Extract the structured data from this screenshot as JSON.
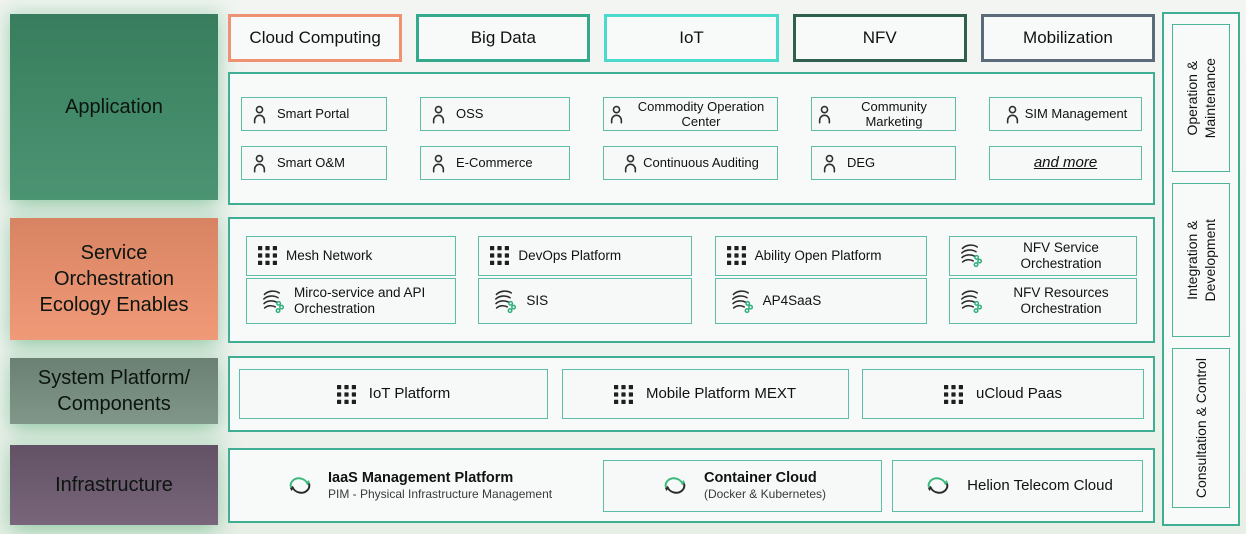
{
  "palette": {
    "container_border": "#3fae92",
    "item_border": "#5dbda6",
    "panel_bg": "#f8faf9",
    "green_accent": "#2fae7a"
  },
  "top_tabs": [
    {
      "label": "Cloud Computing",
      "border": "#ef9273"
    },
    {
      "label": "Big Data",
      "border": "#35a98c"
    },
    {
      "label": "IoT",
      "border": "#4cd9ce"
    },
    {
      "label": "NFV",
      "border": "#2e5f4f"
    },
    {
      "label": "Mobilization",
      "border": "#5c6b79"
    }
  ],
  "sections": {
    "application": {
      "label": "Application",
      "color": "#3e8c68",
      "rows": [
        [
          {
            "label": "Smart Portal",
            "icon": "person-icon"
          },
          {
            "label": "OSS",
            "icon": "person-icon"
          },
          {
            "label": "Commodity Operation Center",
            "icon": "person-icon"
          },
          {
            "label": "Community Marketing",
            "icon": "person-icon"
          },
          {
            "label": "SIM Management",
            "icon": "person-icon"
          }
        ],
        [
          {
            "label": "Smart O&M",
            "icon": "person-icon"
          },
          {
            "label": "E-Commerce",
            "icon": "person-icon"
          },
          {
            "label": "Continuous Auditing",
            "icon": "person-icon"
          },
          {
            "label": "DEG",
            "icon": "person-icon"
          },
          {
            "label": "and more",
            "icon": "none"
          }
        ]
      ]
    },
    "service": {
      "label": "Service Orchestration Ecology Enables",
      "color": "#f0926e",
      "rows": [
        [
          {
            "label": "Mesh Network",
            "icon": "grid-icon"
          },
          {
            "label": "DevOps Platform",
            "icon": "grid-icon"
          },
          {
            "label": "Ability Open Platform",
            "icon": "grid-icon"
          },
          {
            "label": "NFV Service Orchestration",
            "icon": "orchestration-swirl-icon"
          }
        ],
        [
          {
            "label": "Mirco-service and API Orchestration",
            "icon": "orchestration-swirl-icon"
          },
          {
            "label": "SIS",
            "icon": "orchestration-swirl-icon"
          },
          {
            "label": "AP4SaaS",
            "icon": "orchestration-swirl-icon"
          },
          {
            "label": "NFV Resources Orchestration",
            "icon": "orchestration-swirl-icon"
          }
        ]
      ]
    },
    "system": {
      "label": "System Platform/ Components",
      "color": "#778f80",
      "items": [
        {
          "label": "IoT Platform",
          "icon": "grid-icon"
        },
        {
          "label": "Mobile Platform MEXT",
          "icon": "grid-icon"
        },
        {
          "label": "uCloud Paas",
          "icon": "grid-icon"
        }
      ]
    },
    "infrastructure": {
      "label": "Infrastructure",
      "color": "#6e5a71",
      "items": [
        {
          "title": "IaaS Management Platform",
          "subtitle": "PIM - Physical Infrastructure Management",
          "icon": "cloud-sync-icon"
        },
        {
          "title": "Container Cloud",
          "subtitle": "(Docker & Kubernetes)",
          "icon": "cloud-sync-icon"
        },
        {
          "title": "Helion Telecom Cloud",
          "subtitle": "",
          "icon": "cloud-sync-icon"
        }
      ]
    }
  },
  "right_rail": [
    {
      "line1": "Operation &",
      "line2": "Maintenance"
    },
    {
      "line1": "Integration &",
      "line2": "Development"
    },
    {
      "line1": "Consultation & Control",
      "line2": ""
    }
  ]
}
